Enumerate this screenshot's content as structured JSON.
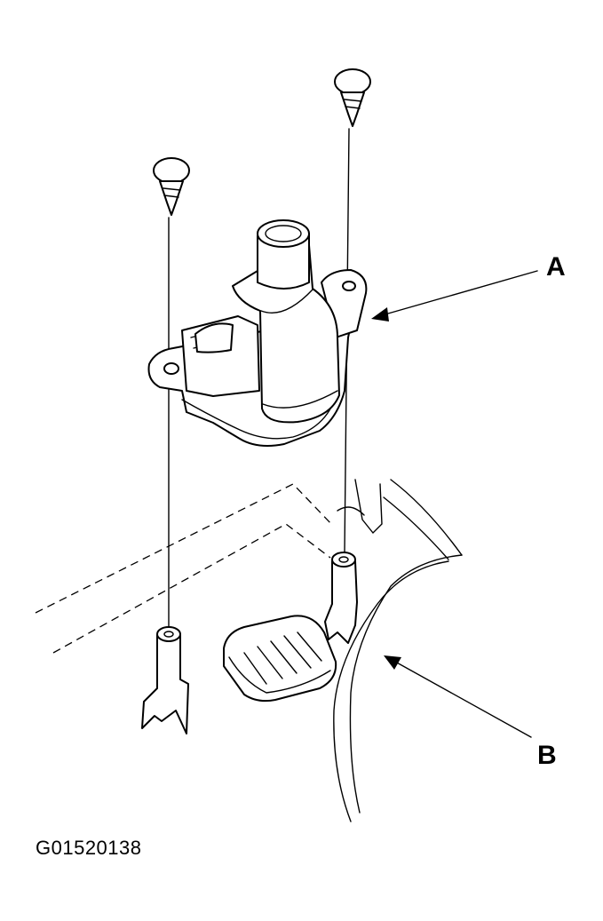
{
  "labels": {
    "part_a": "A",
    "part_b": "B",
    "figure_id": "G01520138"
  }
}
